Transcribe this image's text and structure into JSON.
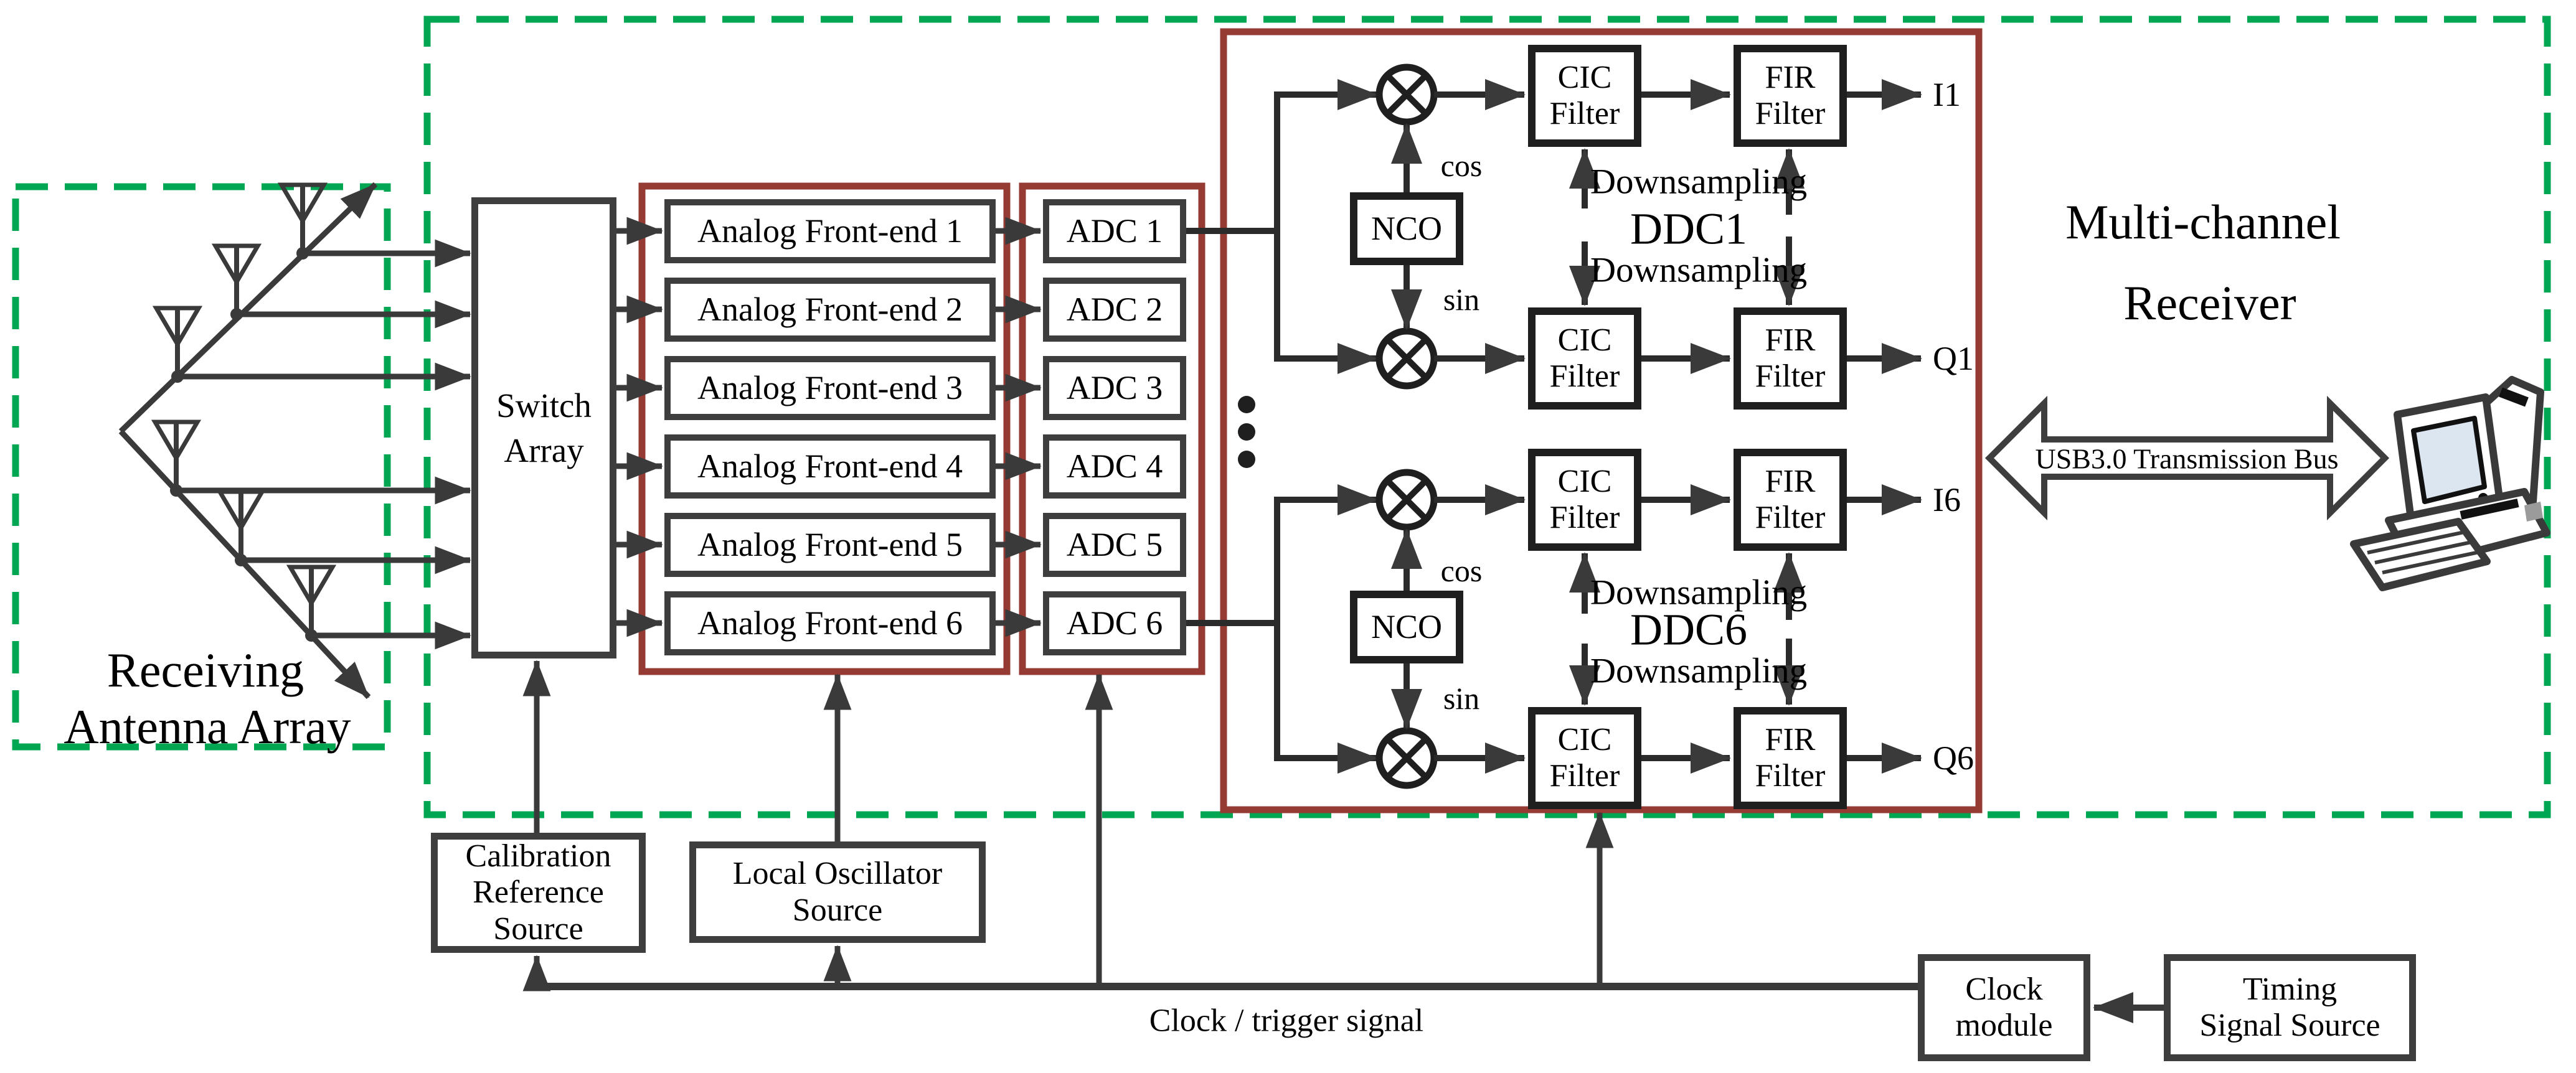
{
  "colors": {
    "green_dashed": "#00a651",
    "red_group": "#963a34",
    "line_gray": "#3a3a3a",
    "line_dark": "#1f1f1f",
    "screen_blue": "#dce6f1"
  },
  "antenna_array": {
    "label_line1": "Receiving",
    "label_line2": "Antenna Array"
  },
  "switch_array": {
    "line1": "Switch",
    "line2": "Array"
  },
  "analog_front_ends": [
    "Analog Front-end 1",
    "Analog Front-end 2",
    "Analog Front-end 3",
    "Analog Front-end 4",
    "Analog Front-end 5",
    "Analog Front-end 6"
  ],
  "adcs": [
    "ADC 1",
    "ADC 2",
    "ADC 3",
    "ADC 4",
    "ADC 5",
    "ADC 6"
  ],
  "ddc": {
    "nco": "NCO",
    "cos": "cos",
    "sin": "sin",
    "cic_line1": "CIC",
    "cic_line2": "Filter",
    "fir_line1": "FIR",
    "fir_line2": "Filter",
    "downsampling": "Downsampling",
    "ddc1": {
      "name": "DDC1",
      "out_i": "I1",
      "out_q": "Q1"
    },
    "ddc6": {
      "name": "DDC6",
      "out_i": "I6",
      "out_q": "Q6"
    }
  },
  "receiver": {
    "line1": "Multi-channel",
    "line2": "Receiver"
  },
  "usb_bus": {
    "label": "USB3.0 Transmission Bus"
  },
  "sources": {
    "calibration": {
      "line1": "Calibration",
      "line2": "Reference",
      "line3": "Source"
    },
    "local_oscillator": {
      "line1": "Local Oscillator",
      "line2": "Source"
    },
    "clock_module": {
      "line1": "Clock",
      "line2": "module"
    },
    "timing": {
      "line1": "Timing",
      "line2": "Signal Source"
    }
  },
  "clock_trigger_label": "Clock / trigger signal"
}
